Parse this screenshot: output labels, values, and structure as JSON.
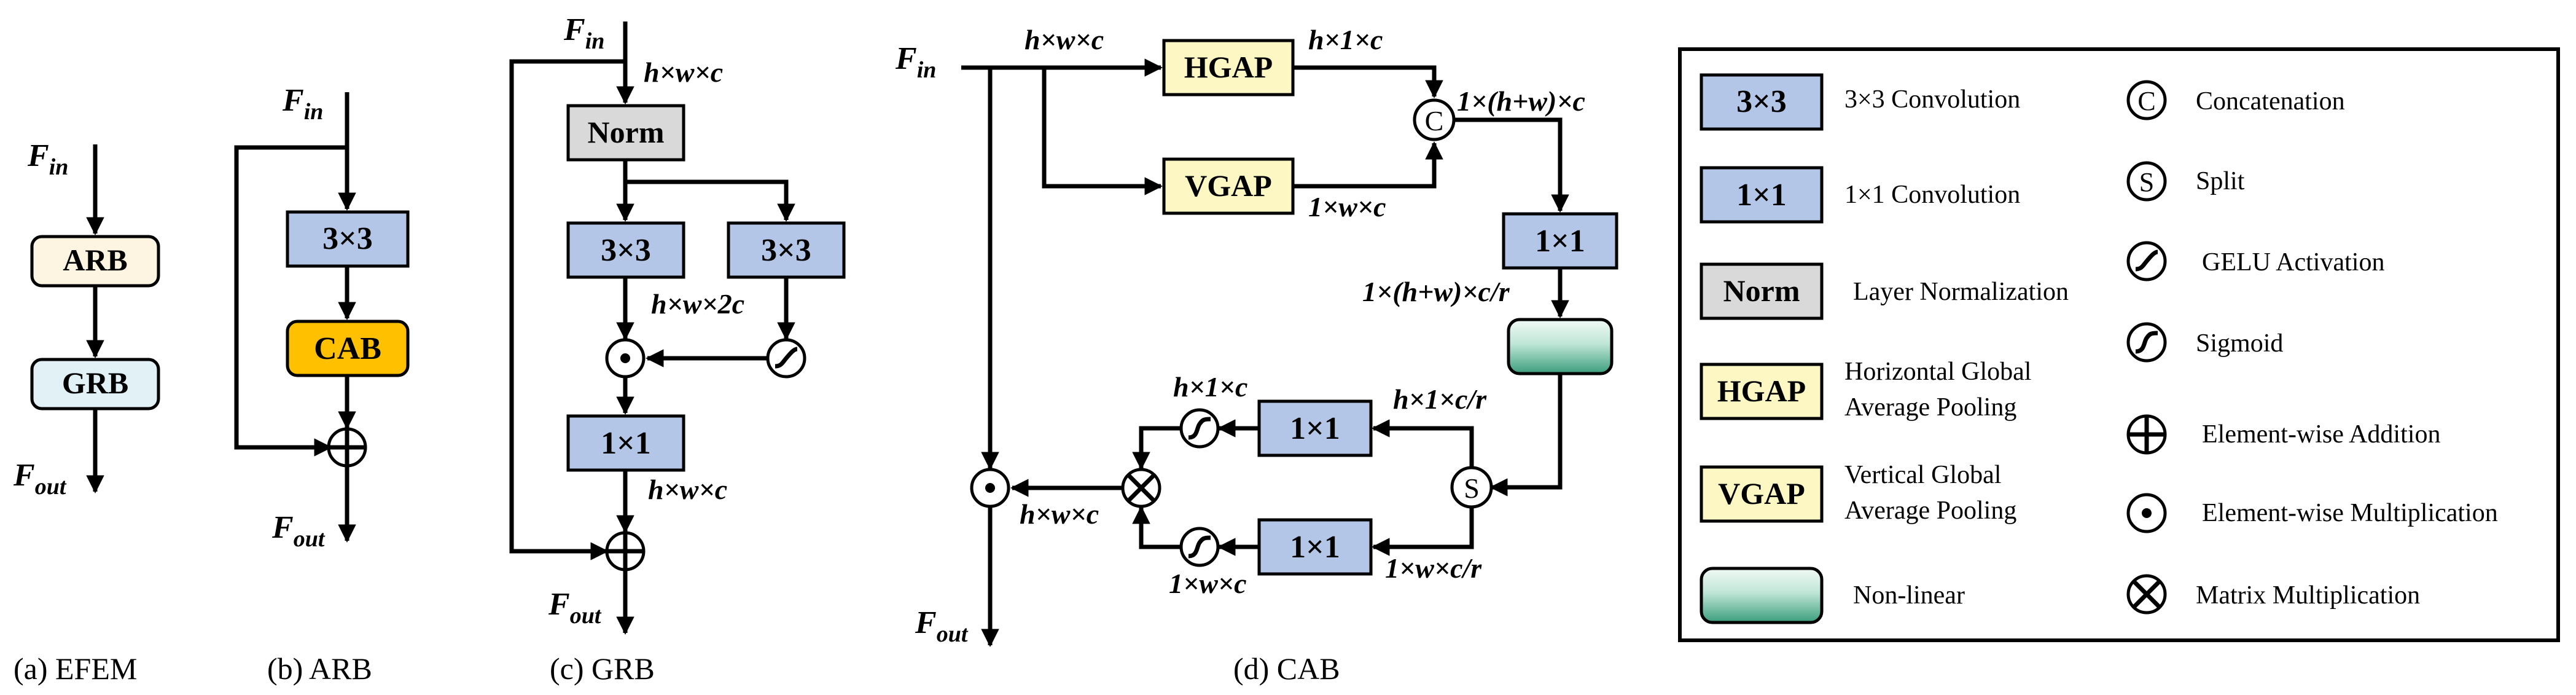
{
  "colors": {
    "conv": "#b4c6e7",
    "norm": "#d9d9d9",
    "gap": "#fdf7c3",
    "arb": "#fdf5e1",
    "grb": "#e2f1f6",
    "cab": "#ffc000",
    "nonlinear_top": "#f1faf6",
    "nonlinear_bottom": "#3a9d7c"
  },
  "panels": {
    "a": {
      "caption": "(a) EFEM",
      "fin": "F",
      "fin_sub": "in",
      "fout": "F",
      "fout_sub": "out",
      "arb": "ARB",
      "grb": "GRB"
    },
    "b": {
      "caption": "(b) ARB",
      "fin": "F",
      "fin_sub": "in",
      "fout": "F",
      "fout_sub": "out",
      "conv": "3×3",
      "cab": "CAB"
    },
    "c": {
      "caption": "(c) GRB",
      "fin": "F",
      "fin_sub": "in",
      "fout": "F",
      "fout_sub": "out",
      "norm": "Norm",
      "conv_left": "3×3",
      "conv_right": "3×3",
      "conv_bottom": "1×1",
      "dim_in": "h×w×c",
      "dim_mid": "h×w×2c",
      "dim_out": "h×w×c"
    },
    "d": {
      "caption": "(d) CAB",
      "fin": "F",
      "fin_sub": "in",
      "fout": "F",
      "fout_sub": "out",
      "hgap": "HGAP",
      "vgap": "VGAP",
      "conv_top": "1×1",
      "conv_mid": "1×1",
      "conv_low": "1×1",
      "dim_in": "h×w×c",
      "dim_hgap": "h×1×c",
      "dim_vgap": "1×w×c",
      "dim_cat": "1×(h+w)×c",
      "dim_red": "1×(h+w)×c/r",
      "dim_split_h": "h×1×c/r",
      "dim_split_w": "1×w×c/r",
      "dim_sig_h": "h×1×c",
      "dim_sig_w": "1×w×c",
      "dim_mat": "h×w×c",
      "concat_sym": "C",
      "split_sym": "S"
    }
  },
  "legend": {
    "conv3": {
      "box": "3×3",
      "label": "3×3 Convolution"
    },
    "conv1": {
      "box": "1×1",
      "label": "1×1 Convolution"
    },
    "norm": {
      "box": "Norm",
      "label": "Layer Normalization"
    },
    "hgap": {
      "box": "HGAP",
      "label_1": "Horizontal Global",
      "label_2": "Average Pooling"
    },
    "vgap": {
      "box": "VGAP",
      "label_1": "Vertical Global",
      "label_2": "Average Pooling"
    },
    "nonlinear": {
      "label": "Non-linear"
    },
    "concat": {
      "sym": "C",
      "label": "Concatenation"
    },
    "split": {
      "sym": "S",
      "label": "Split"
    },
    "gelu": {
      "label": "GELU Activation"
    },
    "sigmoid": {
      "label": "Sigmoid"
    },
    "add": {
      "label": "Element-wise Addition"
    },
    "mult": {
      "label": "Element-wise Multiplication"
    },
    "matmul": {
      "label": "Matrix Multiplication"
    }
  }
}
